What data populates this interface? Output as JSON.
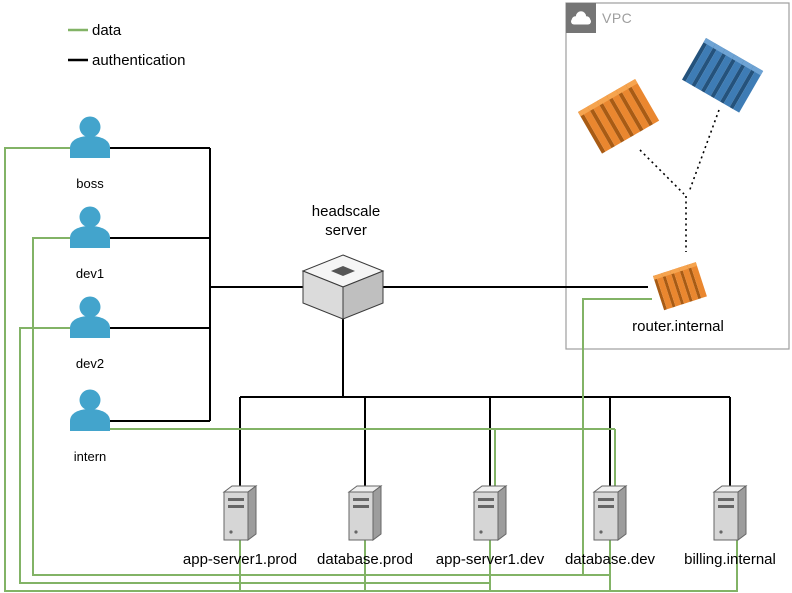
{
  "legend": {
    "items": [
      {
        "label": "data",
        "color": "#82b366"
      },
      {
        "label": "authentication",
        "color": "#000000"
      }
    ]
  },
  "users": [
    {
      "label": "boss"
    },
    {
      "label": "dev1"
    },
    {
      "label": "dev2"
    },
    {
      "label": "intern"
    }
  ],
  "hub": {
    "label": "headscale\nserver"
  },
  "vpc": {
    "label": "VPC",
    "router": {
      "label": "router.internal"
    }
  },
  "servers": [
    {
      "label": "app-server1.prod"
    },
    {
      "label": "database.prod"
    },
    {
      "label": "app-server1.dev"
    },
    {
      "label": "database.dev"
    },
    {
      "label": "billing.internal"
    }
  ],
  "colors": {
    "data_line": "#82b366",
    "auth_line": "#000000",
    "user_icon": "#43a4cc",
    "stack_orange": "#ea872f",
    "stack_blue": "#3e7cb5",
    "vpc_border": "#9e9e9e"
  }
}
